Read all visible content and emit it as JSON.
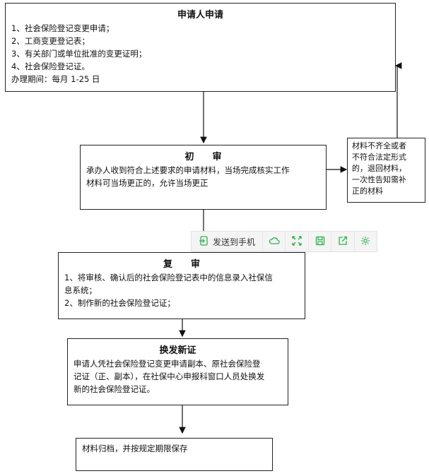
{
  "apply": {
    "title": "申请人申请",
    "items": [
      "1、社会保险登记变更申请；",
      "2、工商变更登记表；",
      "3、有关部门或单位批准的变更证明；",
      "4、社会保险登记证。",
      "办理期间：每月 1-25 日"
    ]
  },
  "review1": {
    "title": "初　　审",
    "lines": [
      "承办人收到符合上述要求的申请材料，当场完成核实工作",
      "材料可当场更正的，允许当场更正"
    ]
  },
  "reject": {
    "lines": [
      "材料不齐全或者",
      "不符合法定形式",
      "的，退回材料，",
      "一次性告知需补",
      "正的材料"
    ]
  },
  "review2": {
    "title": "复　　审",
    "lines": [
      "1、将审核、确认后的社会保险登记表中的信息录入社保信",
      "息系统；",
      "2、制作新的社会保险登记证；"
    ]
  },
  "issue": {
    "title": "换发新证",
    "lines": [
      "申请人凭社会保险登记变更申请副本、原社会保险登",
      "记证（正、副本），在社保中心申报科窗口人员处换发",
      "新的社会保险登记证。"
    ]
  },
  "archive": {
    "text": "材料归档，并按规定期限保存"
  },
  "toolbar": {
    "send_label": "发送到手机",
    "icons": [
      "send-icon",
      "cloud-icon",
      "expand-icon",
      "save-icon",
      "share-icon",
      "settings-icon"
    ]
  },
  "colors": {
    "toolbar_icon": "#2bb24c",
    "border": "#222222"
  }
}
